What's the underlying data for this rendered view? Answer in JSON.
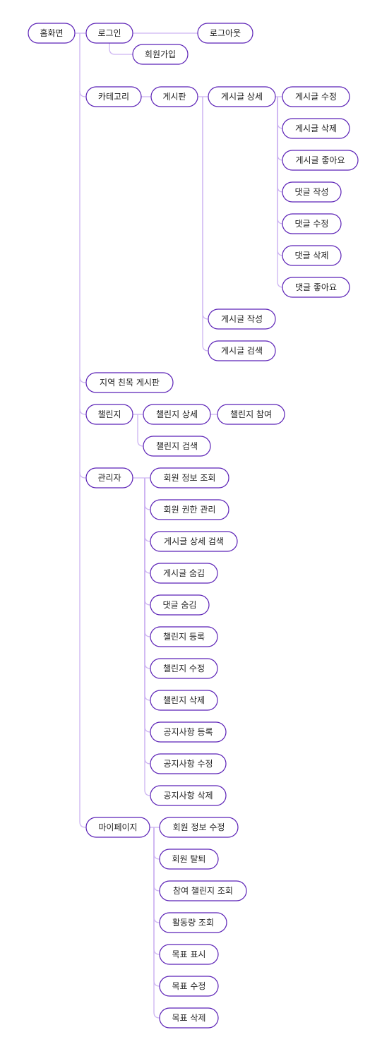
{
  "sitemap": {
    "root": "홈화면",
    "sections": [
      {
        "label": "로그인",
        "children": [
          {
            "label": "로그아웃"
          },
          {
            "label": "회원가입"
          }
        ]
      },
      {
        "label": "카테고리",
        "children": [
          {
            "label": "게시판",
            "children": [
              {
                "label": "게시글 상세",
                "children": [
                  {
                    "label": "게시글 수정"
                  },
                  {
                    "label": "게시글 삭제"
                  },
                  {
                    "label": "게시글 좋아요"
                  },
                  {
                    "label": "댓글 작성"
                  },
                  {
                    "label": "댓글 수정"
                  },
                  {
                    "label": "댓글 삭제"
                  },
                  {
                    "label": "댓글 좋아요"
                  }
                ]
              },
              {
                "label": "게시글 작성"
              },
              {
                "label": "게시글 검색"
              }
            ]
          }
        ]
      },
      {
        "label": "지역 친목 게시판"
      },
      {
        "label": "챌린지",
        "children": [
          {
            "label": "챌린지 상세",
            "children": [
              {
                "label": "챌린지 참여"
              }
            ]
          },
          {
            "label": "챌린지 검색"
          }
        ]
      },
      {
        "label": "관리자",
        "children": [
          {
            "label": "회원 정보 조회"
          },
          {
            "label": "회원 권한 관리"
          },
          {
            "label": "게시글 상세 검색"
          },
          {
            "label": "게시글 숨김"
          },
          {
            "label": "댓글 숨김"
          },
          {
            "label": "챌린지 등록"
          },
          {
            "label": "챌린지 수정"
          },
          {
            "label": "챌린지 삭제"
          },
          {
            "label": "공지사항 등록"
          },
          {
            "label": "공지사항 수정"
          },
          {
            "label": "공지사항 삭제"
          }
        ]
      },
      {
        "label": "마이페이지",
        "children": [
          {
            "label": "회원 정보 수정"
          },
          {
            "label": "회원 탈퇴"
          },
          {
            "label": "참여 챌린지 조회"
          },
          {
            "label": "활동량 조회"
          },
          {
            "label": "목표 표시"
          },
          {
            "label": "목표 수정"
          },
          {
            "label": "목표 삭제"
          }
        ]
      }
    ]
  },
  "colors": {
    "node_border": "#5b21b6",
    "edge": "#cdb4f2",
    "text": "#1f1f1f",
    "background": "#ffffff"
  }
}
